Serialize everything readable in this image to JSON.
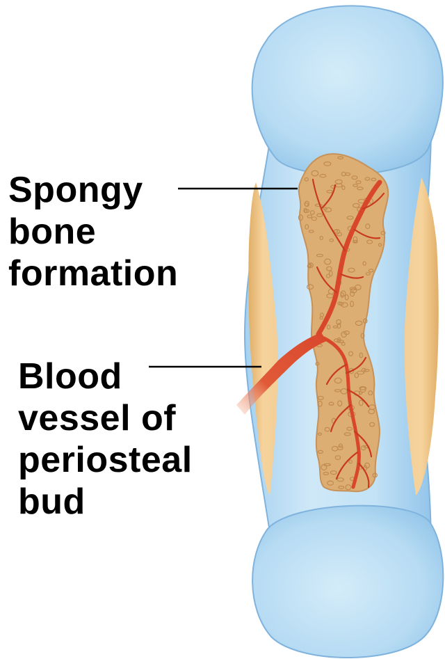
{
  "labels": {
    "spongy_bone": [
      "Spongy",
      "bone",
      "formation"
    ],
    "blood_vessel": [
      "Blood",
      "vessel of",
      "periosteal",
      "bud"
    ]
  },
  "colors": {
    "cartilage_light": "#c9e6f6",
    "cartilage_mid": "#a9d3f0",
    "cartilage_edge": "#6fa9d8",
    "bone_collar": "#f1c78a",
    "bone_collar_edge": "#d9a55e",
    "spongy_bone": "#ddb077",
    "spongy_bone_pit": "#c08a4f",
    "vessel": "#d9472b",
    "vessel_dark": "#b3301b",
    "leader_line": "#000000"
  }
}
